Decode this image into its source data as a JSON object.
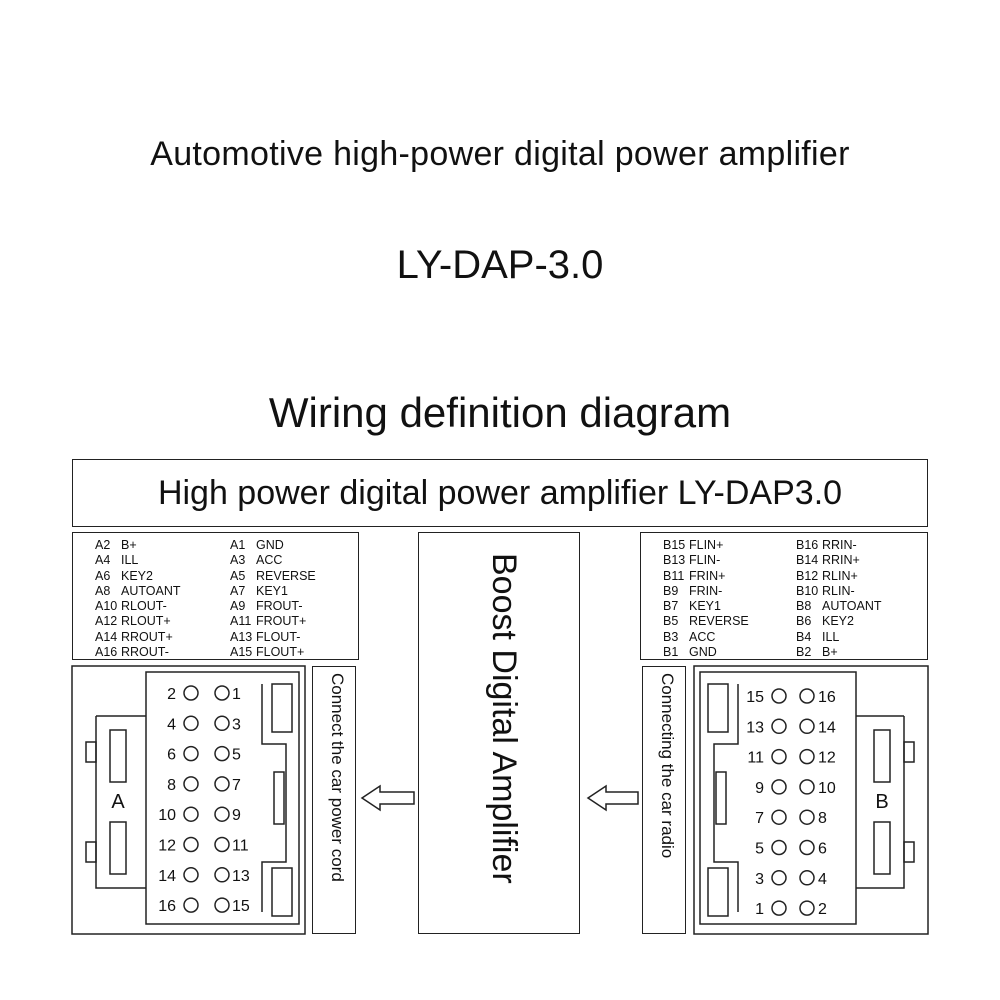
{
  "header": {
    "title": "Automotive high-power digital power amplifier",
    "model": "LY-DAP-3.0",
    "subtitle": "Wiring definition diagram"
  },
  "banner": "High power digital power amplifier LY-DAP3.0",
  "center_label": "Boost Digital Amplifier",
  "left_label": "Connect the car power cord",
  "right_label": "Connecting the car radio",
  "connector_a": {
    "letter": "A",
    "pins_left": [
      {
        "id": "A2",
        "name": "B+"
      },
      {
        "id": "A4",
        "name": "ILL"
      },
      {
        "id": "A6",
        "name": "KEY2"
      },
      {
        "id": "A8",
        "name": "AUTOANT"
      },
      {
        "id": "A10",
        "name": "RLOUT-"
      },
      {
        "id": "A12",
        "name": "RLOUT+"
      },
      {
        "id": "A14",
        "name": "RROUT+"
      },
      {
        "id": "A16",
        "name": "RROUT-"
      }
    ],
    "pins_right": [
      {
        "id": "A1",
        "name": "GND"
      },
      {
        "id": "A3",
        "name": "ACC"
      },
      {
        "id": "A5",
        "name": "REVERSE"
      },
      {
        "id": "A7",
        "name": "KEY1"
      },
      {
        "id": "A9",
        "name": "FROUT-"
      },
      {
        "id": "A11",
        "name": "FROUT+"
      },
      {
        "id": "A13",
        "name": "FLOUT-"
      },
      {
        "id": "A15",
        "name": "FLOUT+"
      }
    ],
    "grid_rows": [
      [
        "2",
        "1"
      ],
      [
        "4",
        "3"
      ],
      [
        "6",
        "5"
      ],
      [
        "8",
        "7"
      ],
      [
        "10",
        "9"
      ],
      [
        "12",
        "11"
      ],
      [
        "14",
        "13"
      ],
      [
        "16",
        "15"
      ]
    ]
  },
  "connector_b": {
    "letter": "B",
    "pins_left": [
      {
        "id": "B15",
        "name": "FLIN+"
      },
      {
        "id": "B13",
        "name": "FLIN-"
      },
      {
        "id": "B11",
        "name": "FRIN+"
      },
      {
        "id": "B9",
        "name": "FRIN-"
      },
      {
        "id": "B7",
        "name": "KEY1"
      },
      {
        "id": "B5",
        "name": "REVERSE"
      },
      {
        "id": "B3",
        "name": "ACC"
      },
      {
        "id": "B1",
        "name": "GND"
      }
    ],
    "pins_right": [
      {
        "id": "B16",
        "name": "RRIN-"
      },
      {
        "id": "B14",
        "name": "RRIN+"
      },
      {
        "id": "B12",
        "name": "RLIN+"
      },
      {
        "id": "B10",
        "name": "RLIN-"
      },
      {
        "id": "B8",
        "name": "AUTOANT"
      },
      {
        "id": "B6",
        "name": "KEY2"
      },
      {
        "id": "B4",
        "name": "ILL"
      },
      {
        "id": "B2",
        "name": "B+"
      }
    ],
    "grid_rows": [
      [
        "15",
        "16"
      ],
      [
        "13",
        "14"
      ],
      [
        "11",
        "12"
      ],
      [
        "9",
        "10"
      ],
      [
        "7",
        "8"
      ],
      [
        "5",
        "6"
      ],
      [
        "3",
        "4"
      ],
      [
        "1",
        "2"
      ]
    ]
  }
}
